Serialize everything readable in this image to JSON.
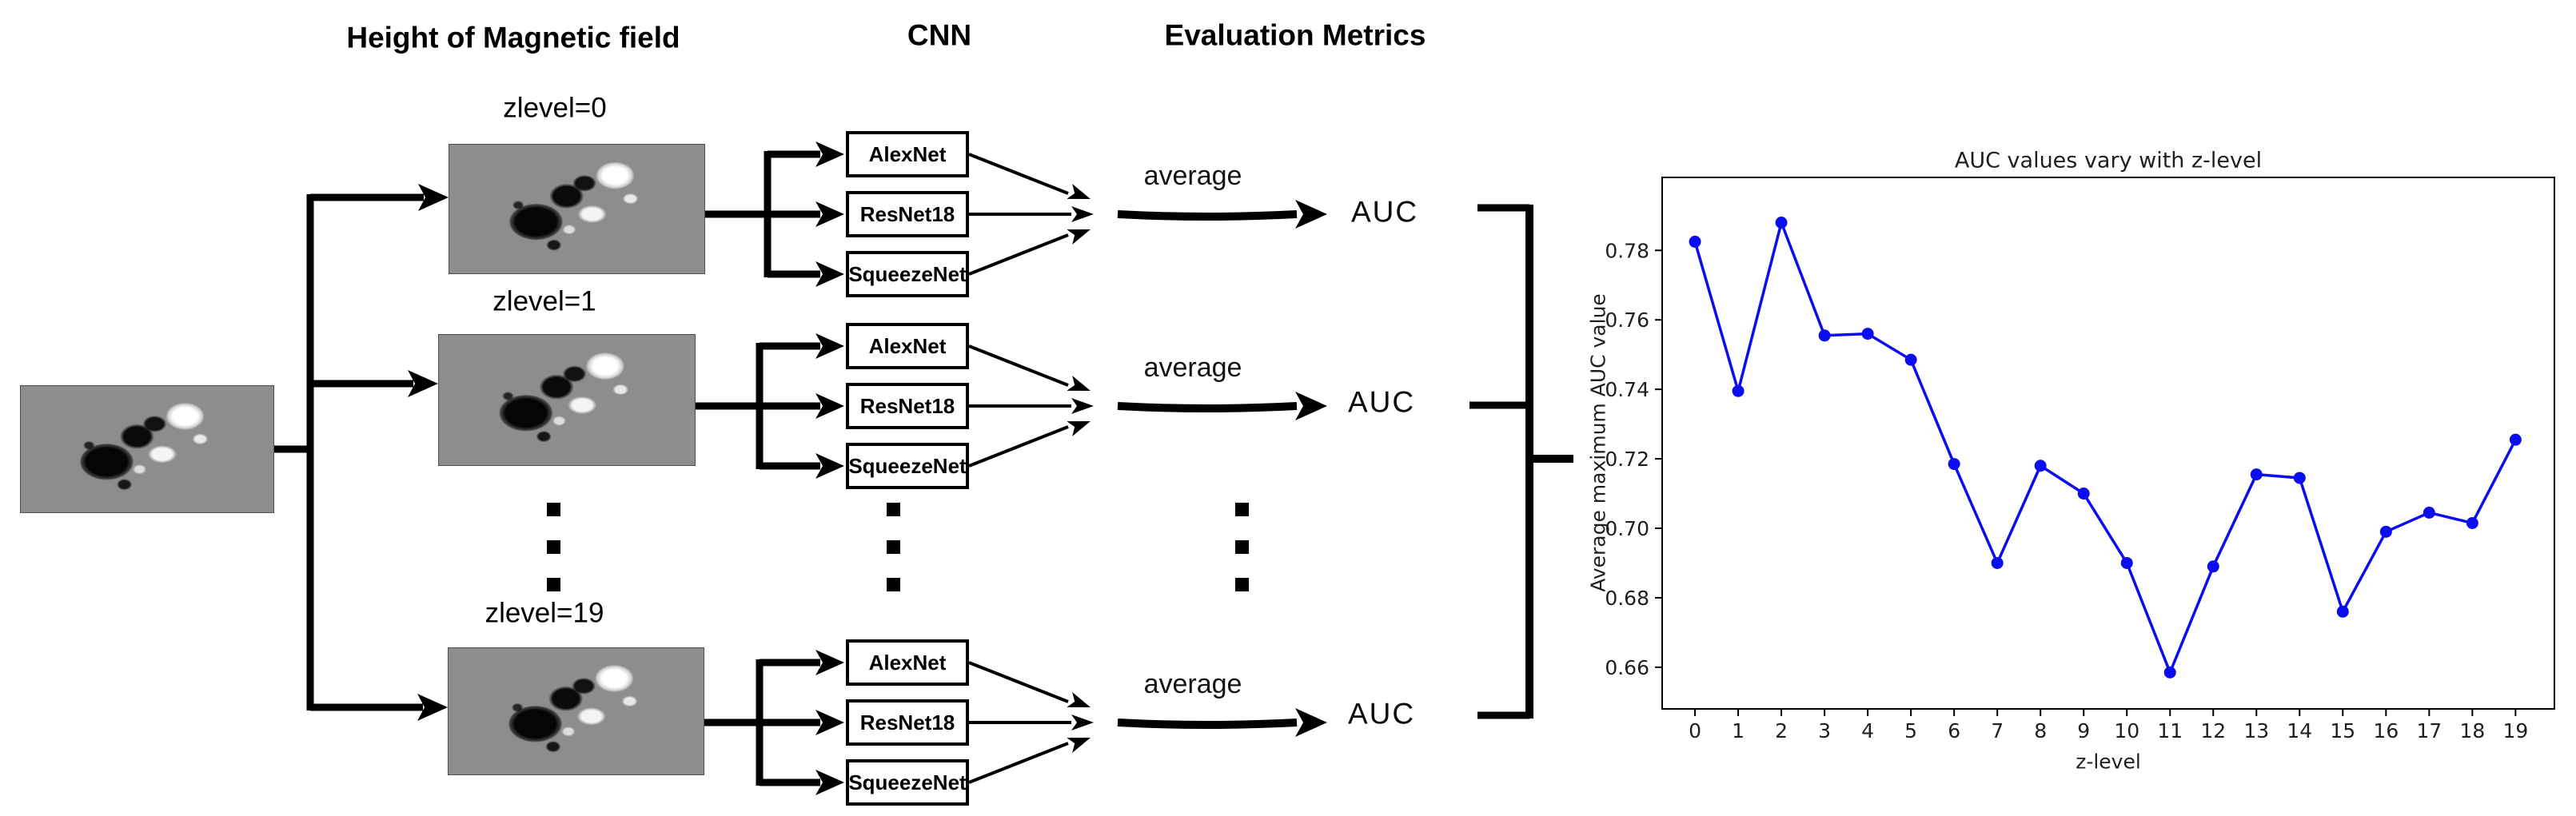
{
  "headers": {
    "magnetic": "Height of Magnetic field",
    "cnn": "CNN",
    "metrics": "Evaluation Metrics"
  },
  "rows": [
    {
      "zlabel": "zlevel=0",
      "models": [
        "AlexNet",
        "ResNet18",
        "SqueezeNet"
      ],
      "average_label": "average",
      "auc_label": "AUC"
    },
    {
      "zlabel": "zlevel=1",
      "models": [
        "AlexNet",
        "ResNet18",
        "SqueezeNet"
      ],
      "average_label": "average",
      "auc_label": "AUC"
    },
    {
      "zlabel": "zlevel=19",
      "models": [
        "AlexNet",
        "ResNet18",
        "SqueezeNet"
      ],
      "average_label": "average",
      "auc_label": "AUC"
    }
  ],
  "chart_data": {
    "type": "line",
    "title": "AUC values vary with z-level",
    "xlabel": "z-level",
    "ylabel": "Average maximum AUC value",
    "x": [
      0,
      1,
      2,
      3,
      4,
      5,
      6,
      7,
      8,
      9,
      10,
      11,
      12,
      13,
      14,
      15,
      16,
      17,
      18,
      19
    ],
    "y": [
      0.7825,
      0.7395,
      0.788,
      0.7555,
      0.756,
      0.7485,
      0.7185,
      0.69,
      0.718,
      0.71,
      0.69,
      0.6585,
      0.689,
      0.7155,
      0.7145,
      0.676,
      0.699,
      0.7045,
      0.7015,
      0.7255
    ],
    "yticks": [
      0.66,
      0.68,
      0.7,
      0.72,
      0.74,
      0.76,
      0.78
    ],
    "xticks": [
      0,
      1,
      2,
      3,
      4,
      5,
      6,
      7,
      8,
      9,
      10,
      11,
      12,
      13,
      14,
      15,
      16,
      17,
      18,
      19
    ],
    "ylim": [
      0.648,
      0.801
    ],
    "xlim": [
      -0.76,
      19.9
    ],
    "grid": false,
    "legend": null,
    "line_color": "#0c0cf0",
    "marker": "circle"
  }
}
